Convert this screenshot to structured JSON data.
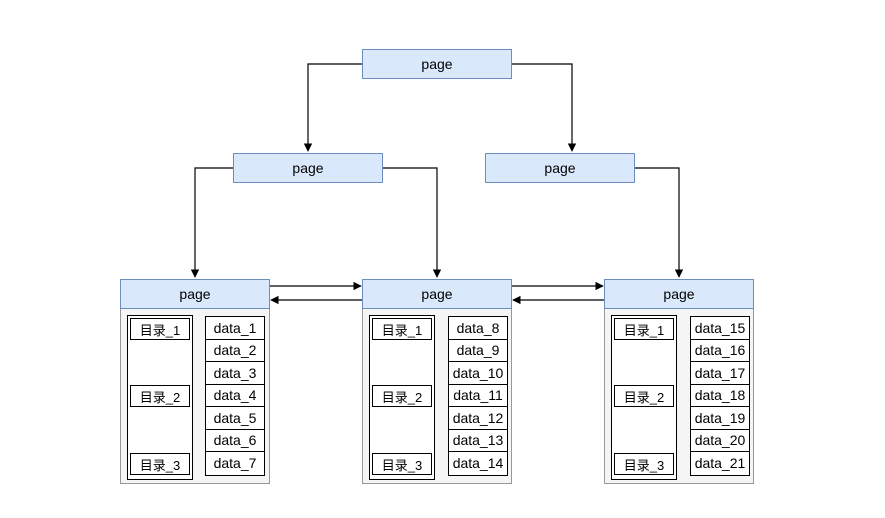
{
  "pages": {
    "root": "page",
    "internal_left": "page",
    "internal_right": "page"
  },
  "leaves": [
    {
      "header": "page",
      "directory": [
        "目录_1",
        "目录_2",
        "目录_3"
      ],
      "data": [
        "data_1",
        "data_2",
        "data_3",
        "data_4",
        "data_5",
        "data_6",
        "data_7"
      ]
    },
    {
      "header": "page",
      "directory": [
        "目录_1",
        "目录_2",
        "目录_3"
      ],
      "data": [
        "data_8",
        "data_9",
        "data_10",
        "data_11",
        "data_12",
        "data_13",
        "data_14"
      ]
    },
    {
      "header": "page",
      "directory": [
        "目录_1",
        "目录_2",
        "目录_3"
      ],
      "data": [
        "data_15",
        "data_16",
        "data_17",
        "data_18",
        "data_19",
        "data_20",
        "data_21"
      ]
    }
  ],
  "colors": {
    "page_fill": "#dae8fc",
    "page_border": "#6c8ebf",
    "leaf_fill": "#f5f5f5",
    "leaf_border": "#999999",
    "line": "#000000"
  }
}
